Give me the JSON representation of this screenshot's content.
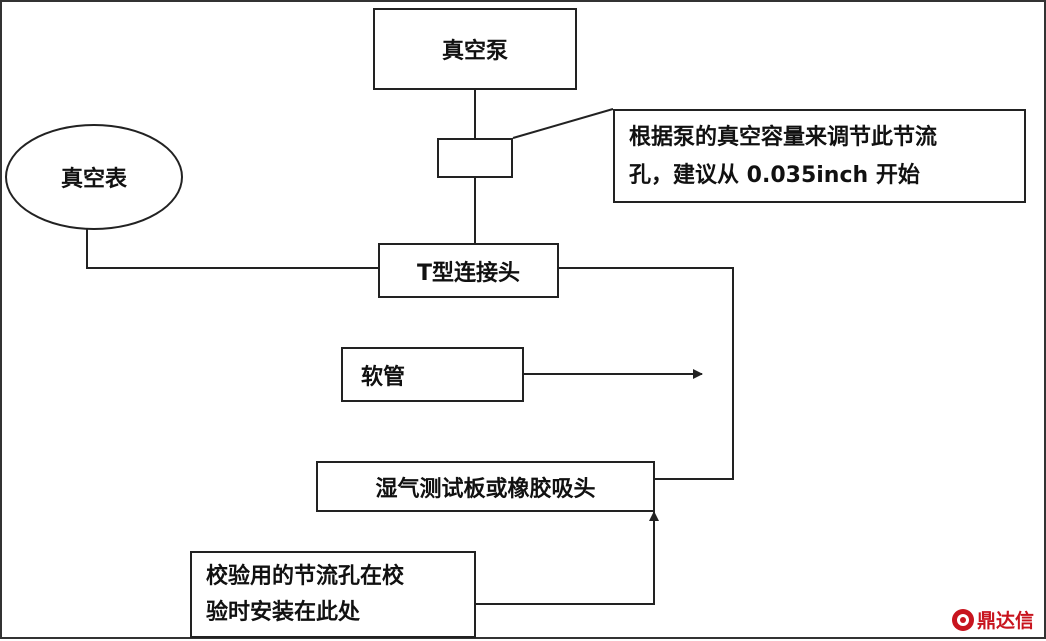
{
  "nodes": {
    "vacuum_pump": "真空泵",
    "vacuum_gauge": "真空表",
    "t_connector": "T型连接头",
    "hose": "软管",
    "test_plate": "湿气测试板或橡胶吸头",
    "orifice_note_line1": "根据泵的真空容量来调节此节流",
    "orifice_note_line2": "孔，建议从 0.035inch 开始",
    "calibration_note_line1": "校验用的节流孔在校",
    "calibration_note_line2": "验时安装在此处"
  },
  "watermark": {
    "text": "鼎达信",
    "color": "#c8141e"
  },
  "colors": {
    "line": "#222222",
    "background": "#ffffff"
  }
}
